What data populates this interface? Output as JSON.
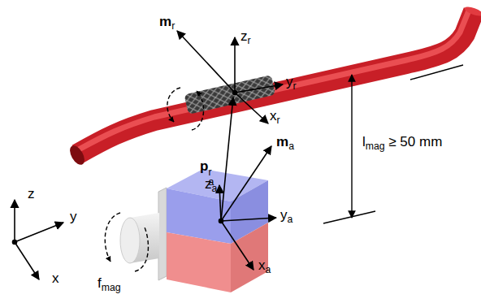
{
  "diagram": {
    "labels": [
      "mr",
      "zr",
      "yr",
      "xr",
      "par",
      "ma",
      "za",
      "ya",
      "xa",
      "z",
      "y",
      "x",
      "fmag",
      "lmag ≥ 50 mm"
    ]
  }
}
